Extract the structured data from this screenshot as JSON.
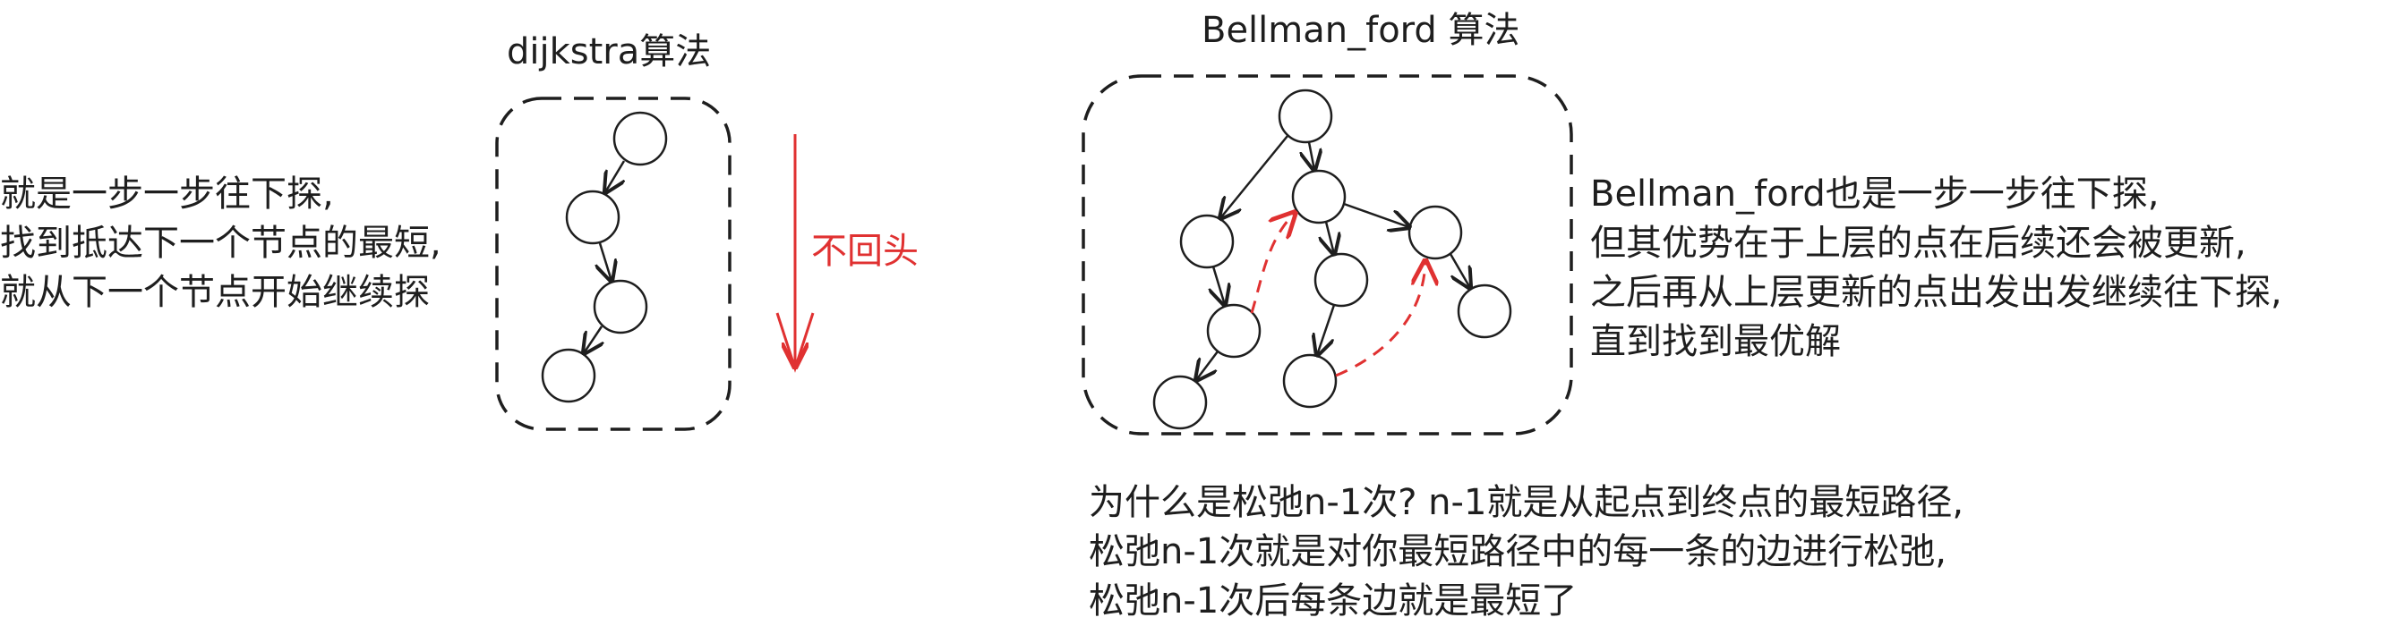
{
  "dijkstra": {
    "title": "dijkstra算法",
    "description": [
      "就是一步一步往下探,",
      "找到抵达下一个节点的最短,",
      "就从下一个节点开始继续探"
    ],
    "arrow_label": "不回头"
  },
  "bellman": {
    "title": "Bellman_ford 算法",
    "description": [
      "Bellman_ford也是一步一步往下探,",
      "但其优势在于上层的点在后续还会被更新,",
      "之后再从上层更新的点出发出发继续往下探,",
      "直到找到最优解"
    ],
    "question": [
      "为什么是松弛n-1次? n-1就是从起点到终点的最短路径,",
      "松弛n-1次就是对你最短路径中的每一条的边进行松弛,",
      "松弛n-1次后每条边就是最短了"
    ]
  },
  "colors": {
    "ink": "#1e1e1e",
    "accent_red": "#e03131"
  }
}
